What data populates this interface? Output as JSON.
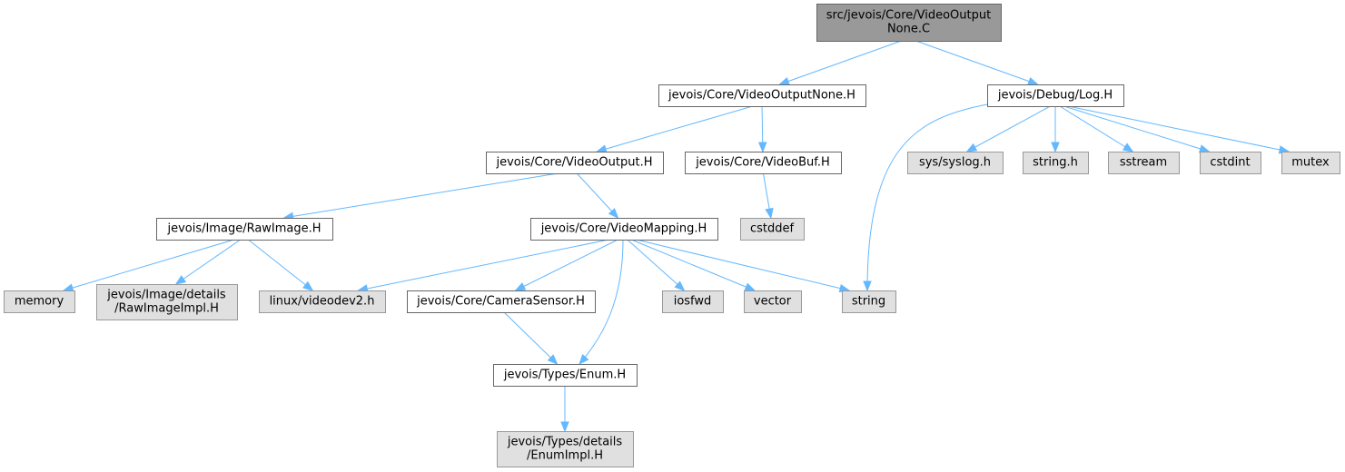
{
  "title": "src/jevois/Core/VideoOutputNone.C include dependency graph",
  "colors": {
    "root_fill": "#999999",
    "project_fill": "#ffffff",
    "external_fill": "#e0e0e0",
    "edge": "#63b8ff"
  },
  "nodes": [
    {
      "id": "root",
      "kind": "root",
      "lines": [
        "src/jevois/Core/VideoOutput",
        "None.C"
      ]
    },
    {
      "id": "vonh",
      "kind": "proj",
      "lines": [
        "jevois/Core/VideoOutputNone.H"
      ]
    },
    {
      "id": "log",
      "kind": "proj",
      "lines": [
        "jevois/Debug/Log.H"
      ]
    },
    {
      "id": "voh",
      "kind": "proj",
      "lines": [
        "jevois/Core/VideoOutput.H"
      ]
    },
    {
      "id": "vbuf",
      "kind": "proj",
      "lines": [
        "jevois/Core/VideoBuf.H"
      ]
    },
    {
      "id": "syslog",
      "kind": "ext",
      "lines": [
        "sys/syslog.h"
      ]
    },
    {
      "id": "stringh",
      "kind": "ext",
      "lines": [
        "string.h"
      ]
    },
    {
      "id": "sstream",
      "kind": "ext",
      "lines": [
        "sstream"
      ]
    },
    {
      "id": "cstdint",
      "kind": "ext",
      "lines": [
        "cstdint"
      ]
    },
    {
      "id": "mutex",
      "kind": "ext",
      "lines": [
        "mutex"
      ]
    },
    {
      "id": "raw",
      "kind": "proj",
      "lines": [
        "jevois/Image/RawImage.H"
      ]
    },
    {
      "id": "vmap",
      "kind": "proj",
      "lines": [
        "jevois/Core/VideoMapping.H"
      ]
    },
    {
      "id": "cstddef",
      "kind": "ext",
      "lines": [
        "cstddef"
      ]
    },
    {
      "id": "memory",
      "kind": "ext",
      "lines": [
        "memory"
      ]
    },
    {
      "id": "rawimpl",
      "kind": "ext",
      "lines": [
        "jevois/Image/details",
        "/RawImageImpl.H"
      ]
    },
    {
      "id": "v4l2",
      "kind": "ext",
      "lines": [
        "linux/videodev2.h"
      ]
    },
    {
      "id": "cam",
      "kind": "proj",
      "lines": [
        "jevois/Core/CameraSensor.H"
      ]
    },
    {
      "id": "iosfwd",
      "kind": "ext",
      "lines": [
        "iosfwd"
      ]
    },
    {
      "id": "vector",
      "kind": "ext",
      "lines": [
        "vector"
      ]
    },
    {
      "id": "string",
      "kind": "ext",
      "lines": [
        "string"
      ]
    },
    {
      "id": "enum",
      "kind": "proj",
      "lines": [
        "jevois/Types/Enum.H"
      ]
    },
    {
      "id": "enumimpl",
      "kind": "ext",
      "lines": [
        "jevois/Types/details",
        "/EnumImpl.H"
      ]
    }
  ],
  "edges": [
    {
      "from": "root",
      "to": "vonh"
    },
    {
      "from": "root",
      "to": "log"
    },
    {
      "from": "vonh",
      "to": "voh"
    },
    {
      "from": "vonh",
      "to": "vbuf"
    },
    {
      "from": "log",
      "to": "string"
    },
    {
      "from": "log",
      "to": "syslog"
    },
    {
      "from": "log",
      "to": "stringh"
    },
    {
      "from": "log",
      "to": "sstream"
    },
    {
      "from": "log",
      "to": "cstdint"
    },
    {
      "from": "log",
      "to": "mutex"
    },
    {
      "from": "voh",
      "to": "raw"
    },
    {
      "from": "voh",
      "to": "vmap"
    },
    {
      "from": "vbuf",
      "to": "cstddef"
    },
    {
      "from": "raw",
      "to": "memory"
    },
    {
      "from": "raw",
      "to": "rawimpl"
    },
    {
      "from": "raw",
      "to": "v4l2"
    },
    {
      "from": "vmap",
      "to": "v4l2"
    },
    {
      "from": "vmap",
      "to": "cam"
    },
    {
      "from": "vmap",
      "to": "enum"
    },
    {
      "from": "vmap",
      "to": "iosfwd"
    },
    {
      "from": "vmap",
      "to": "vector"
    },
    {
      "from": "vmap",
      "to": "string"
    },
    {
      "from": "cam",
      "to": "enum"
    },
    {
      "from": "enum",
      "to": "enumimpl"
    }
  ]
}
